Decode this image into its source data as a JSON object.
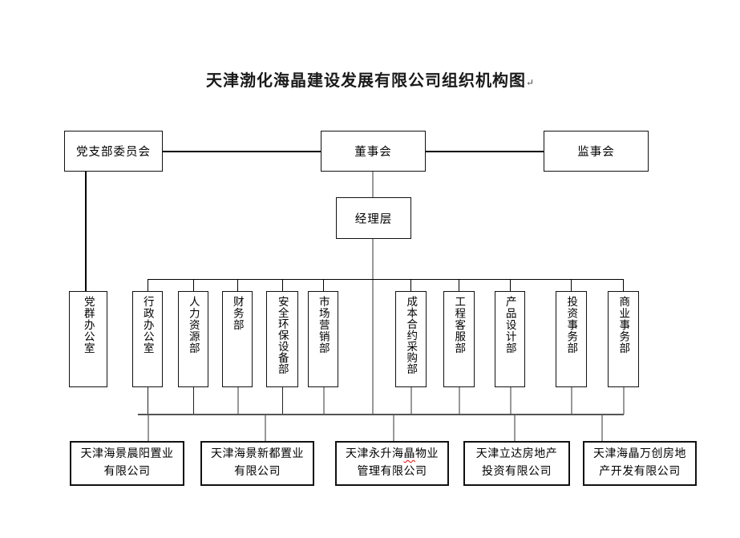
{
  "title": "天津渤化海晶建设发展有限公司组织机构图",
  "paragraph_mark": "↵",
  "governance": {
    "party_committee": "党支部委员会",
    "board": "董事会",
    "supervisory_board": "监事会",
    "management": "经理层"
  },
  "party_office": "党群办公室",
  "departments": [
    {
      "label": "行政办公室"
    },
    {
      "label": "人力资源部"
    },
    {
      "label": "财务部"
    },
    {
      "label": "安全环保设备部"
    },
    {
      "label": "市场营销部"
    },
    {
      "label": "成本合约采购部"
    },
    {
      "label": "工程客服部"
    },
    {
      "label": "产品设计部"
    },
    {
      "label": "投资事务部"
    },
    {
      "label": "商业事务部"
    }
  ],
  "subsidiaries": [
    {
      "line1": "天津海景晨阳置业",
      "line2": "有限公司"
    },
    {
      "line1": "天津海景新都置业",
      "line2": "有限公司"
    },
    {
      "line1_pre": "天津永升海",
      "line1_marked": "晶",
      "line1_post": "物业",
      "line2": "管理有限公司"
    },
    {
      "line1": "天津立达房地产",
      "line2": "投资有限公司"
    },
    {
      "line1": "天津海晶万创房地",
      "line2": "产开发有限公司"
    }
  ],
  "colors": {
    "box_border": "#111111",
    "line_black": "#000000",
    "line_gray": "#999999",
    "misspell_underline": "#ff0000",
    "background": "#ffffff"
  }
}
